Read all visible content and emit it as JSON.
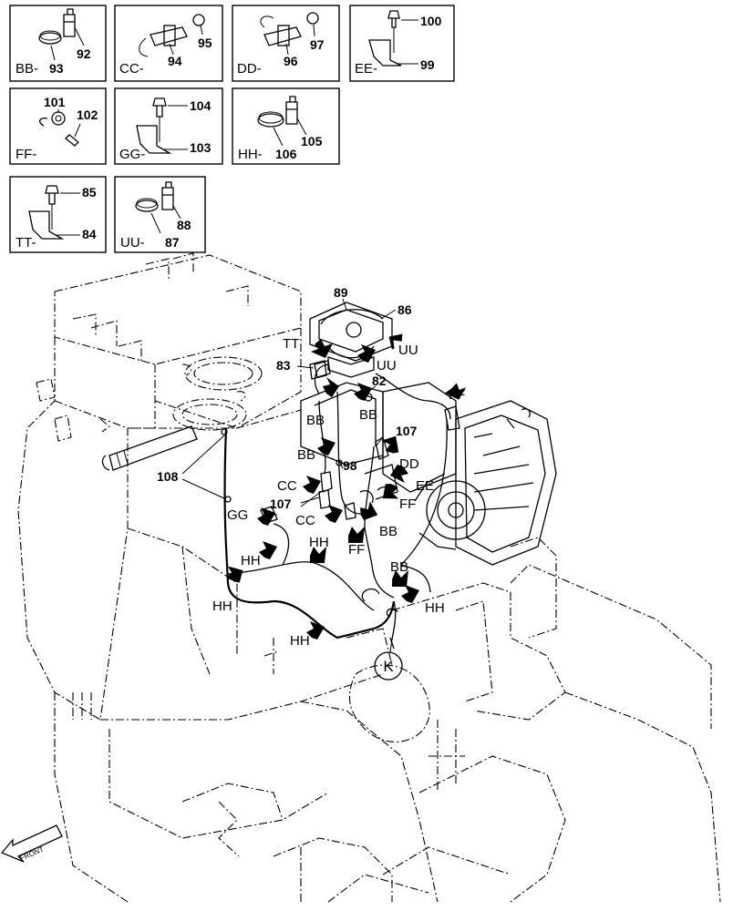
{
  "detail_boxes": [
    {
      "id": "BB",
      "code": "BB-",
      "parts": [
        "93",
        "92"
      ]
    },
    {
      "id": "CC",
      "code": "CC-",
      "parts": [
        "94",
        "95"
      ]
    },
    {
      "id": "DD",
      "code": "DD-",
      "parts": [
        "96",
        "97"
      ]
    },
    {
      "id": "EE",
      "code": "EE-",
      "parts": [
        "100",
        "99"
      ]
    },
    {
      "id": "FF",
      "code": "FF-",
      "parts": [
        "101",
        "102"
      ]
    },
    {
      "id": "GG",
      "code": "GG-",
      "parts": [
        "104",
        "103"
      ]
    },
    {
      "id": "HH",
      "code": "HH-",
      "parts": [
        "105",
        "106"
      ]
    },
    {
      "id": "TT",
      "code": "TT-",
      "parts": [
        "85",
        "84"
      ]
    },
    {
      "id": "UU",
      "code": "UU-",
      "parts": [
        "88",
        "87"
      ]
    }
  ],
  "main_callouts": [
    "89",
    "86",
    "83",
    "82",
    "107",
    "107",
    "98",
    "108"
  ],
  "main_codes": [
    "TT",
    "UU",
    "UU",
    "BB",
    "BB",
    "FF",
    "BB",
    "DD",
    "EE",
    "CC",
    "FF",
    "CC",
    "BB",
    "GG",
    "HH",
    "FF",
    "BB",
    "HH",
    "HH",
    "HH",
    "HH"
  ],
  "connector_label": "K",
  "front_label": "FRONT"
}
